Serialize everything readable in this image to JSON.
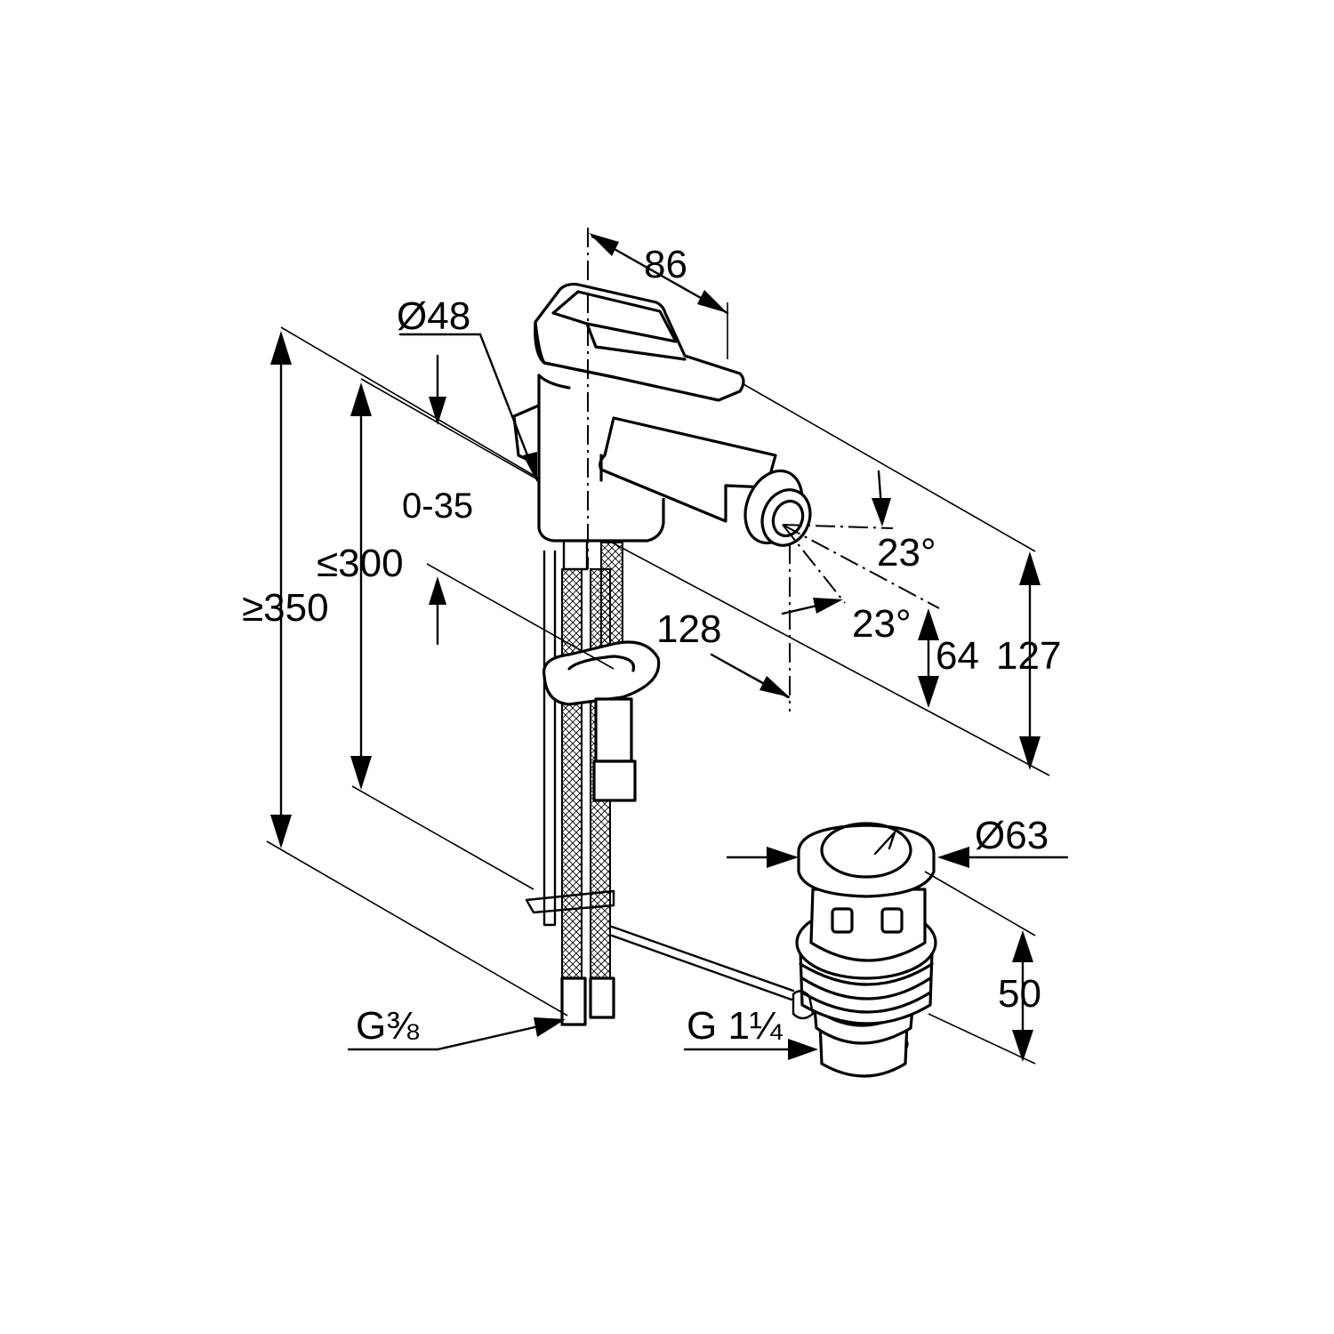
{
  "dimensions": {
    "spout_reach": "86",
    "diameter_body": "Ø48",
    "deck_thickness": "0-35",
    "hose_max": "≤300",
    "hose_min": "≥350",
    "jet_angle_upper": "23°",
    "jet_angle_lower": "23°",
    "spout_offset": "128",
    "jet_height": "64",
    "total_height": "127",
    "waste_diameter": "Ø63",
    "waste_height": "50",
    "hose_thread": "G⅜",
    "waste_thread": "G 1¼"
  },
  "colors": {
    "line": "#000000",
    "background": "#ffffff"
  }
}
